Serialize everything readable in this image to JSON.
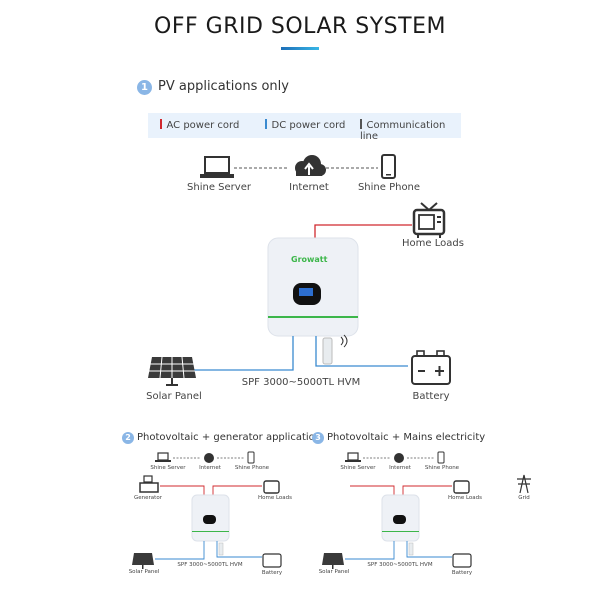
{
  "header": {
    "title": "OFF GRID SOLAR SYSTEM"
  },
  "colors": {
    "ac": "#d0282e",
    "dc": "#3a8ad0",
    "comm": "#555555",
    "accent": "#1d6fb8",
    "badge": "#8ab6e6",
    "legend_bg": "#e9f2fc",
    "inverter_stripe": "#3cb64a"
  },
  "legend": [
    {
      "label": "AC power cord",
      "color_key": "ac"
    },
    {
      "label": "DC power cord",
      "color_key": "dc"
    },
    {
      "label": "Communication line",
      "color_key": "comm"
    }
  ],
  "sections": [
    {
      "number": "1",
      "title": "PV applications only",
      "nodes": {
        "server": "Shine Server",
        "internet": "Internet",
        "phone": "Shine Phone",
        "loads": "Home Loads",
        "solar": "Solar Panel",
        "battery": "Battery",
        "model": "SPF 3000~5000TL HVM",
        "brand": "Growatt"
      }
    },
    {
      "number": "2",
      "title": "Photovoltaic + generator application",
      "nodes": {
        "server": "Shine Server",
        "internet": "Internet",
        "phone": "Shine Phone",
        "source": "Generator",
        "loads": "Home Loads",
        "solar": "Solar Panel",
        "battery": "Battery",
        "model": "SPF 3000~5000TL HVM"
      }
    },
    {
      "number": "3",
      "title": "Photovoltaic + Mains electricity",
      "nodes": {
        "server": "Shine Server",
        "internet": "Internet",
        "phone": "Shine Phone",
        "source": "Grid",
        "loads": "Home Loads",
        "solar": "Solar Panel",
        "battery": "Battery",
        "model": "SPF 3000~5000TL HVM"
      }
    }
  ]
}
